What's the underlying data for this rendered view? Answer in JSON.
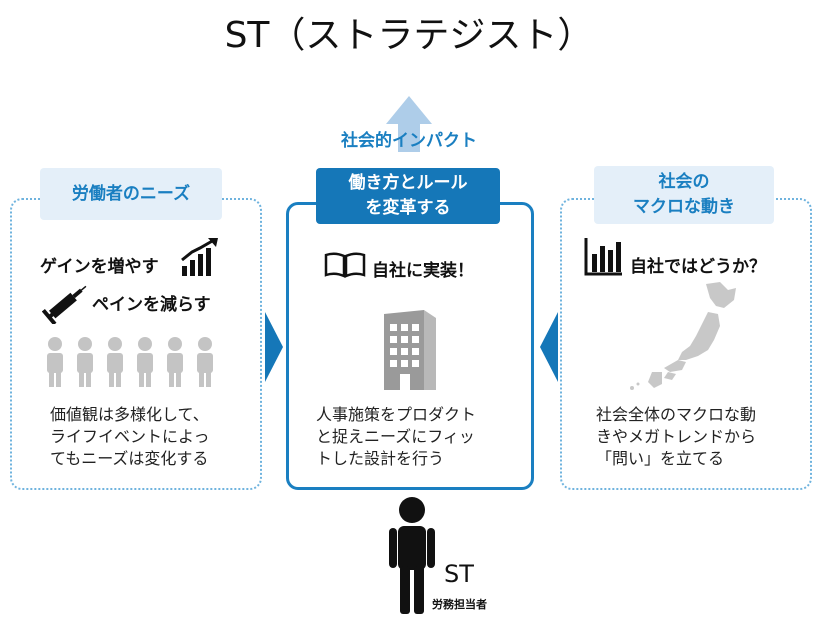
{
  "title": "ST（ストラテジスト）",
  "impact": {
    "label": "社会的インパクト"
  },
  "left": {
    "label": "労働者のニーズ",
    "gain": "ゲインを増やす",
    "pain": "ペインを減らす",
    "desc": [
      "価値観は多様化して、",
      "ライフイベントによっ",
      "てもニーズは変化する"
    ]
  },
  "center": {
    "label": [
      "働き方とルール",
      "を変革する"
    ],
    "action": "自社に実装！",
    "desc": [
      "人事施策をプロダクト",
      "と捉えニーズにフィッ",
      "トした設計を行う"
    ]
  },
  "right": {
    "label": [
      "社会の",
      "マクロな動き"
    ],
    "question": "自社ではどうか？",
    "desc": [
      "社会全体のマクロな動",
      "きやメガトレンドから",
      "「問い」を立てる"
    ]
  },
  "person": {
    "role": "ST",
    "title": "労務担当者"
  },
  "colors": {
    "accent": "#1a7fc1",
    "label_bg": "#e4eff9",
    "gray": "#c4c4c4"
  }
}
